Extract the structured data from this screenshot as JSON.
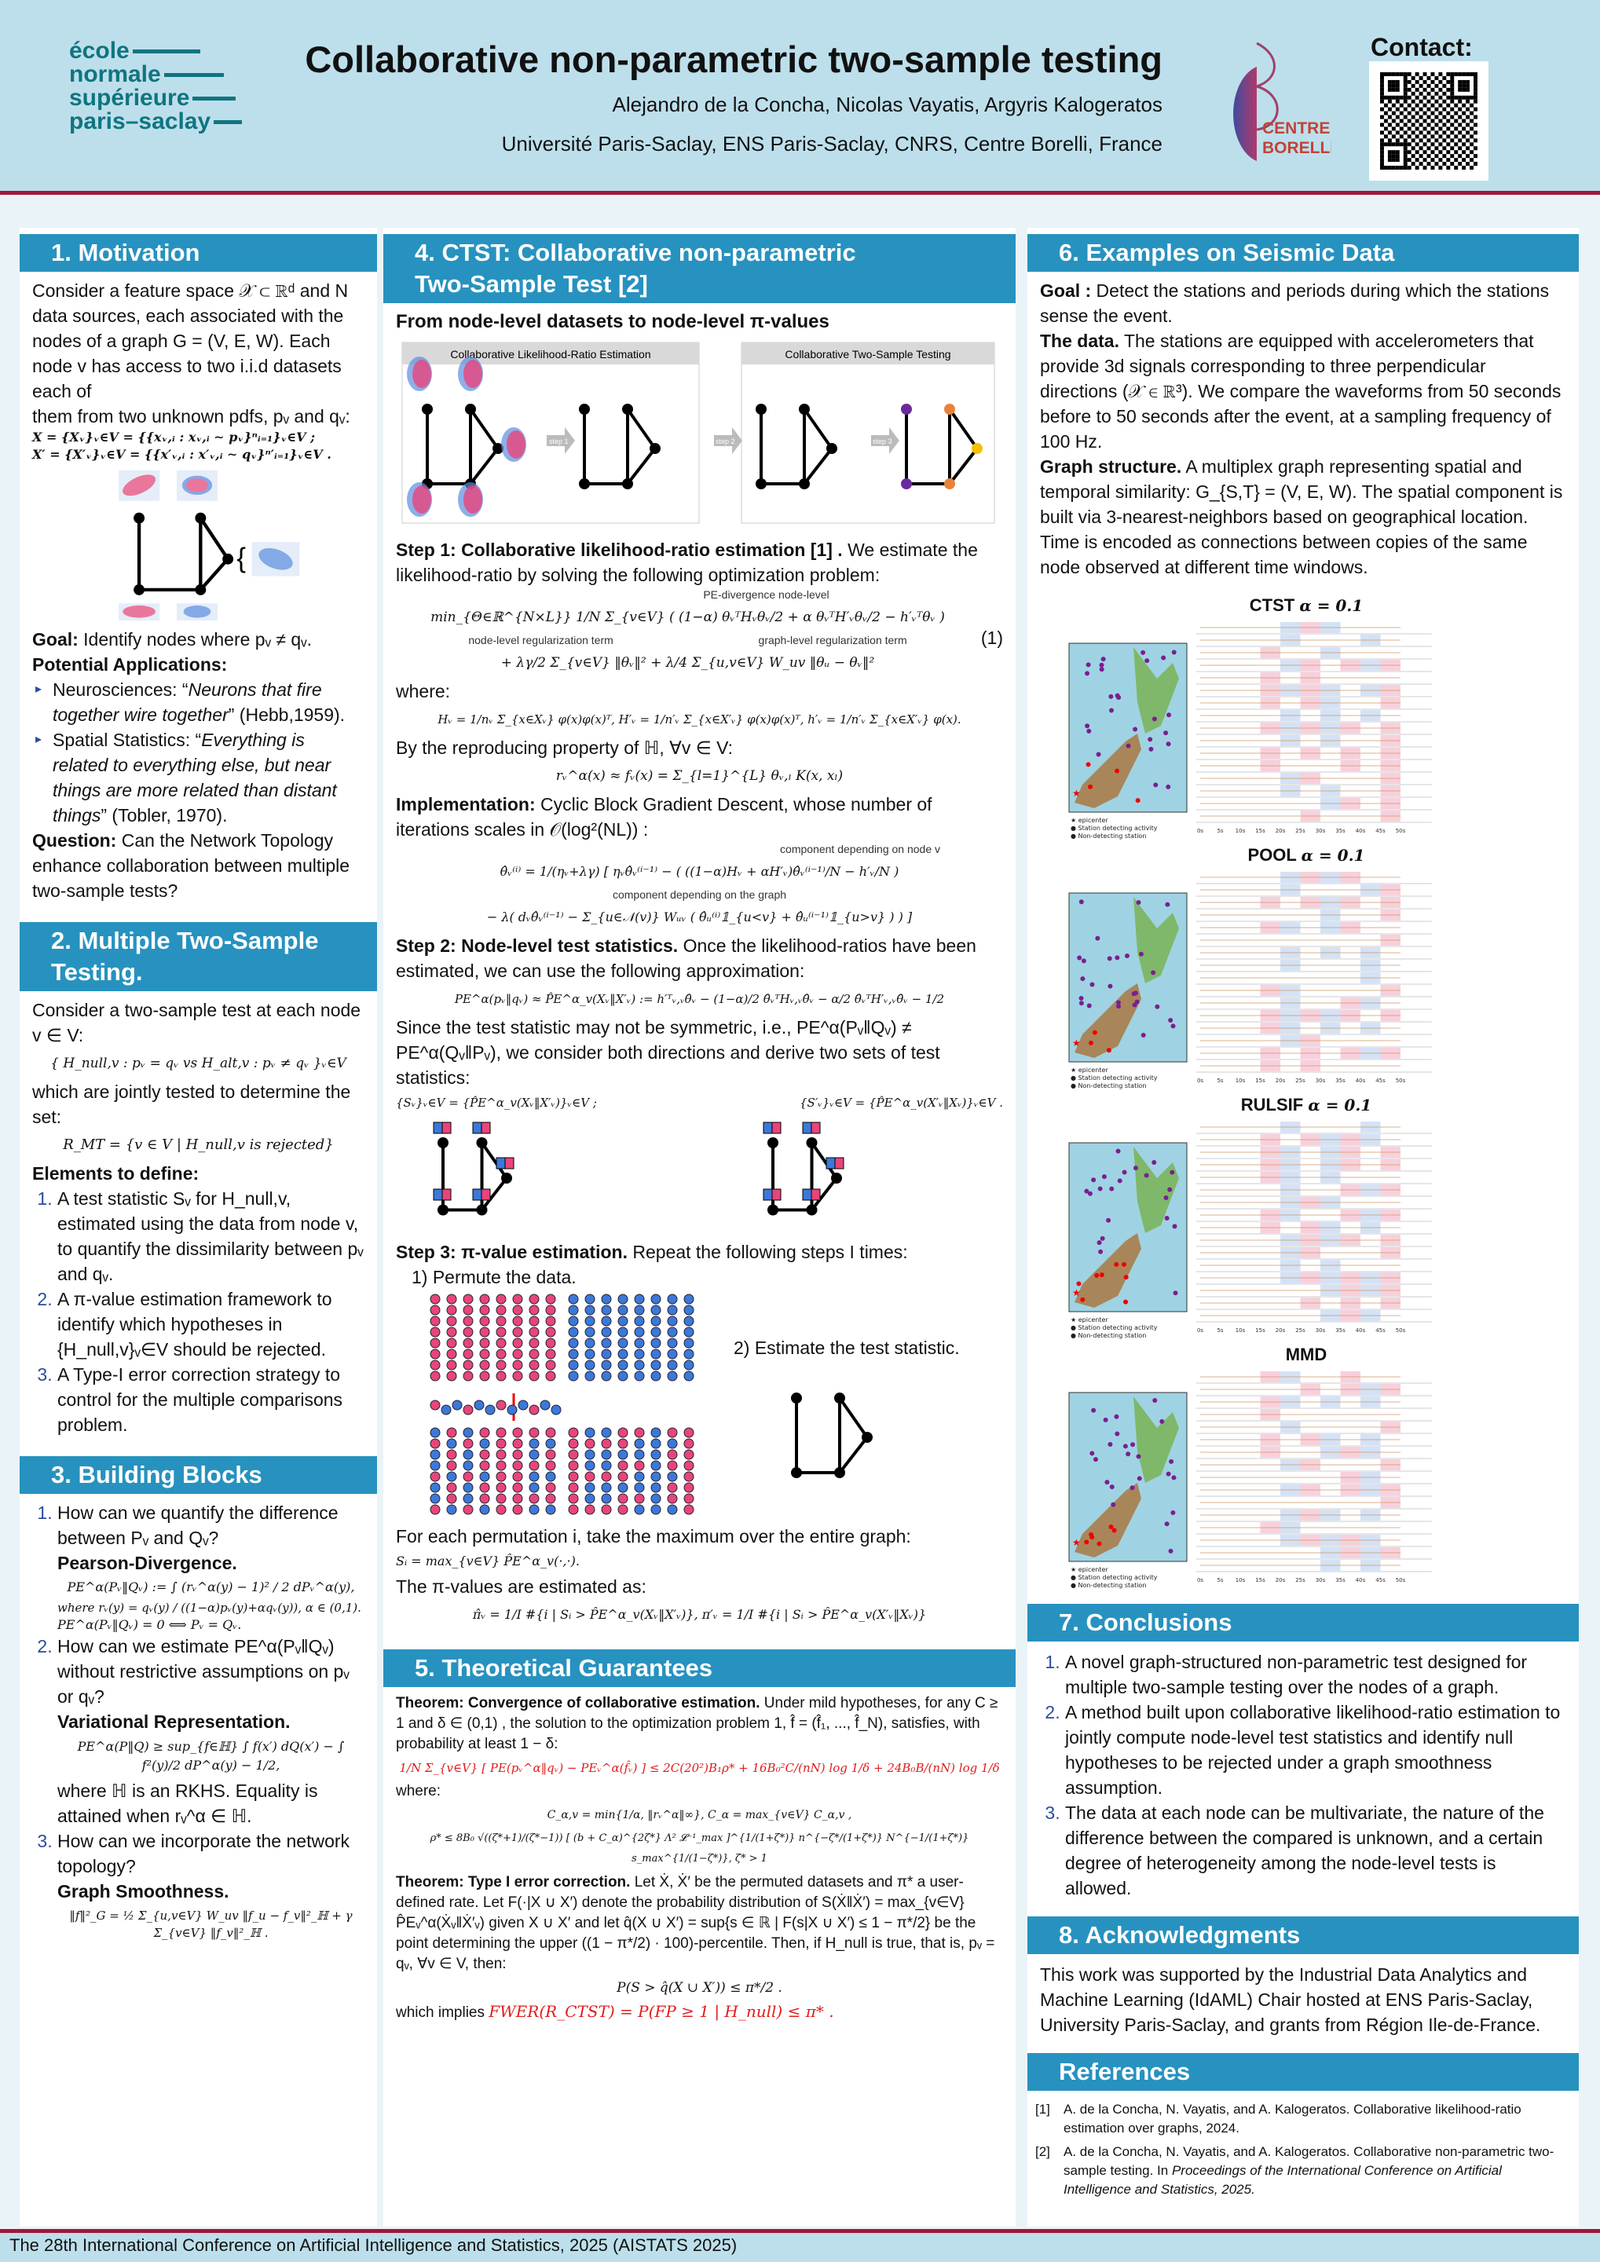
{
  "header": {
    "logo_lines": [
      "école",
      "normale",
      "supérieure",
      "paris–saclay"
    ],
    "title": "Collaborative non-parametric two-sample testing",
    "authors": "Alejandro de la Concha, Nicolas Vayatis, Argyris Kalogeratos",
    "affiliation": "Université Paris-Saclay, ENS Paris-Saclay, CNRS, Centre Borelli, France",
    "borelli": [
      "CENTRE",
      "BORELLI"
    ],
    "contact": "Contact:"
  },
  "s1": {
    "title": "1.  Motivation",
    "p1": "Consider a feature space 𝒳 ⊂ ℝᵈ and N data sources, each associated with the nodes of a graph G = (V, E, W). Each node v has access to two i.i.d datasets each of",
    "p2": "them from two unknown pdfs, pᵥ and qᵥ:",
    "eq1": "X = {Xᵥ}ᵥ∈V = {{xᵥ,ᵢ : xᵥ,ᵢ ∼ pᵥ}ⁿᵢ₌₁}ᵥ∈V ;",
    "eq2": "X′ = {X′ᵥ}ᵥ∈V = {{x′ᵥ,ᵢ : x′ᵥ,ᵢ ∼ qᵥ}ⁿ′ᵢ₌₁}ᵥ∈V .",
    "goal_l": "Goal:",
    "goal": " Identify nodes where pᵥ ≠ qᵥ.",
    "apps": "Potential Applications:",
    "app1_a": "Neurosciences: “",
    "app1_b": "Neurons that fire together wire together",
    "app1_c": "” (Hebb,1959).",
    "app2_a": "Spatial Statistics: “",
    "app2_b": "Everything is related to everything else, but near things are more related than distant things",
    "app2_c": "” (Tobler, 1970).",
    "q_l": "Question:",
    "q": "  Can the Network Topology enhance collaboration between multiple two-sample tests?"
  },
  "s2": {
    "title": "2.  Multiple Two-Sample Testing.",
    "p1": "Consider a two-sample test at each node v ∈ V:",
    "eq1": "{ H_null,v : pᵥ = qᵥ   vs   H_alt,v : pᵥ ≠ qᵥ }ᵥ∈V",
    "p2": "which are jointly tested to determine the set:",
    "eq2": "R_MT = {v ∈ V | H_null,v is rejected}",
    "el": "Elements to define:",
    "items": [
      "A test statistic Sᵥ for H_null,v, estimated using the data from node v, to quantify the dissimilarity between pᵥ and qᵥ.",
      "A π-value estimation framework to identify which hypotheses in {H_null,v}ᵥ∈V should be rejected.",
      "A Type-I error correction strategy to control for the multiple comparisons problem."
    ]
  },
  "s3": {
    "title": "3.  Building Blocks",
    "q1": "How can we quantify the difference between Pᵥ and Qᵥ?",
    "h1": "Pearson-Divergence.",
    "e1": "PE^α(Pᵥ‖Qᵥ) := ∫ (rᵥ^α(y) − 1)² / 2 dPᵥ^α(y),",
    "e1b": "where  rᵥ(y) = qᵥ(y) / ((1−α)pᵥ(y)+αqᵥ(y)), α ∈ (0,1).",
    "e1c": "PE^α(Pᵥ‖Qᵥ) = 0 ⟺ Pᵥ = Qᵥ.",
    "q2": "How can we estimate  PE^α(Pᵥ‖Qᵥ) without restrictive assumptions on pᵥ or qᵥ?",
    "h2": "Variational Representation.",
    "e2": "PE^α(P‖Q) ≥ sup_{f∈ℍ} ∫ f(x′) dQ(x′) − ∫ f²(y)/2 dP^α(y) − 1/2,",
    "p2": "where ℍ is an RKHS. Equality is attained when  rᵥ^α ∈ ℍ.",
    "q3": "How can we incorporate the network topology?",
    "h3": "Graph Smoothness.",
    "e3": "‖f‖²_G = ½ Σ_{u,v∈V} W_uv ‖f_u − f_v‖²_ℍ + γ Σ_{v∈V} ‖f_v‖²_ℍ ."
  },
  "s4": {
    "title": "4.  CTST: Collaborative non-parametric Two-Sample Test [2]",
    "sub": "From node-level datasets to node-level π-values",
    "fig_left": "Collaborative Likelihood-Ratio Estimation",
    "fig_right": "Collaborative Two-Sample Testing",
    "steps": [
      "step 1",
      "step 2",
      "step 3"
    ],
    "st1_h": "Step 1:  Collaborative likelihood-ratio estimation [1] .",
    "st1": " We estimate the likelihood-ratio by solving the following optimization problem:",
    "ann1": "PE-divergence node-level",
    "ann2": "node-level regularization term",
    "ann3": "graph-level regularization term",
    "opt1": "min_{Θ∈ℝ^{N×L}} 1/N Σ_{v∈V} ( (1−α) θᵥᵀHᵥθᵥ/2 + α θᵥᵀH′ᵥθᵥ/2 − h′ᵥᵀθᵥ )",
    "opt2": "+  λγ/2 Σ_{v∈V} ‖θᵥ‖²   +  λ/4 Σ_{u,v∈V} W_uv ‖θᵤ − θᵥ‖²",
    "eqnum": "(1)",
    "where": "where:",
    "hdef": "Hᵥ = 1/nᵥ Σ_{x∈Xᵥ} φ(x)φ(x)ᵀ,  H′ᵥ = 1/n′ᵥ Σ_{x∈X′ᵥ} φ(x)φ(x)ᵀ,  h′ᵥ = 1/n′ᵥ Σ_{x∈X′ᵥ} φ(x).",
    "repro": "By the reproducing property of ℍ, ∀v ∈ V:",
    "reqn": "rᵥ^α(x) ≈ fᵥ(x) = Σ_{l=1}^{L} θᵥ,ₗ K(x, xₗ)",
    "impl_h": "Implementation:",
    "impl": "  Cyclic Block Gradient Descent, whose number of iterations scales in 𝒪(log²(NL)) :",
    "ann4": "component depending on node v",
    "ann5": "component depending on the graph",
    "upd1": "θ̂ᵥ⁽ⁱ⁾ = 1/(ηᵥ+λγ) [ ηᵥθ̂ᵥ⁽ⁱ⁻¹⁾ − ( ((1−α)Hᵥ + αH′ᵥ)θ̂ᵥ⁽ⁱ⁻¹⁾/N − h′ᵥ/N )",
    "upd2": "− λ( dᵥθ̂ᵥ⁽ⁱ⁻¹⁾ − Σ_{u∈𝒩(v)} Wᵤᵥ ( θ̂ᵤ⁽ⁱ⁾𝟙_{u<v} + θ̂ᵤ⁽ⁱ⁻¹⁾𝟙_{u>v} ) ) ]",
    "st2_h": "Step 2:  Node-level test statistics.",
    "st2": " Once the likelihood-ratios have been estimated, we can use the following approximation:",
    "st2eq": "PE^α(pᵥ‖qᵥ) ≈ P̂E^α_v(Xᵥ‖X′ᵥ) := h′ᵀᵥ,ᵥθ̂ᵥ − (1−α)/2 θ̂ᵥᵀHᵥ,ᵥθ̂ᵥ − α/2 θ̂ᵥᵀH′ᵥ,ᵥθ̂ᵥ − 1/2",
    "st2b": "Since the test statistic may not be symmetric, i.e., PE^α(Pᵥ‖Qᵥ) ≠ PE^α(Qᵥ‖Pᵥ), we consider both directions and derive two sets of test statistics:",
    "sa": "{Sᵥ}ᵥ∈V = {P̂E^α_v(Xᵥ‖X′ᵥ)}ᵥ∈V ;",
    "sb": "{S′ᵥ}ᵥ∈V = {P̂E^α_v(X′ᵥ‖Xᵥ)}ᵥ∈V .",
    "st3_h": "Step 3:  π-value estimation.",
    "st3": " Repeat the following steps I times:",
    "perm": "1) Permute the data.",
    "est": "2) Estimate the test statistic.",
    "foreach": "For each permutation i, take the maximum over the entire graph:",
    "smax": "Sᵢ = max_{v∈V} P̂E^α_v(·,·).",
    "pv": "The π-values are estimated as:",
    "pveq": "π̂ᵥ = 1/I #{i | Sᵢ > P̂E^α_v(Xᵥ‖X′ᵥ)},     π′ᵥ = 1/I #{i | Sᵢ > P̂E^α_v(X′ᵥ‖Xᵥ)}"
  },
  "s5": {
    "title": "5.  Theoretical Guarantees",
    "t1_h": "Theorem:  Convergence of collaborative estimation.",
    "t1": " Under mild hypotheses, for any C ≥ 1 and δ ∈ (0,1) , the solution to the optimization problem 1,  f̂ = (f̂₁, ..., f̂_N), satisfies, with probability at least 1 − δ:",
    "bound": "1/N Σ_{v∈V} [ PE(pᵥ^α‖qᵥ) − PEᵥ^α(f̂ᵥ) ] ≤ 2C(20²)B₁ρ* + 16B₀²C/(nN) log 1/δ + 24B₀B/(nN) log 1/δ",
    "where": "where:",
    "c1": "C_α,v = min{1/α, ‖rᵥ^α‖∞},   C_α = max_{v∈V} C_α,v ,",
    "c2": "ρ* ≤ 8B₀ √((ζ*+1)/(ζ*−1)) [ (b + C_α)^{2ζ*} Λ² 𝓛⁻¹_max ]^{1/(1+ζ*)} n^{−ζ*/(1+ζ*)} N^{−1/(1+ζ*)} s_max^{1/(1−ζ*)},   ζ* > 1",
    "t2_h": "Theorem:  Type I error correction.",
    "t2": " Let  Ẋ, Ẋ′ be the permuted datasets and  π* a user-defined rate.  Let F(·|X ∪ X′)  denote the probability distribution of S(Ẋ‖Ẋ′) = max_{v∈V} P̂Eᵥ^α(Ẋᵥ‖Ẋ′ᵥ) given X ∪ X′ and let q̂(X ∪ X′) = sup{s ∈ ℝ | F(s|X ∪ X′) ≤ 1 − π*/2}  be the point determining the upper ((1 − π*/2) · 100)-percentile. Then, if H_null  is true, that is,  pᵥ = qᵥ, ∀v ∈ V, then:",
    "peq": "P(S > q̂(X ∪ X′)) ≤ π*/2 .",
    "impl": "which implies ",
    "fwer": "FWER(R_CTST) = P(FP ≥ 1 | H_null) ≤ π* ."
  },
  "s6": {
    "title": "6.  Examples on Seismic Data",
    "goal_l": "Goal :",
    "goal": " Detect the stations and periods during which the stations sense the event.",
    "data_l": "The data.",
    "data": " The stations are equipped with accelerometers that provide 3d signals corresponding to three perpendicular directions (𝒳 ∈ ℝ³).  We compare the waveforms from 50 seconds before to 50 seconds after the event, at a sampling frequency of 100 Hz.",
    "graph_l": "Graph structure.",
    "graph": " A multiplex graph representing spatial and temporal similarity: G_{S,T} = (V, E, W). The spatial component is built via 3-nearest-neighbors based on geographical location. Time is encoded as connections between copies of the same node observed at different time windows.",
    "figs": [
      {
        "method": "CTST",
        "alpha": "α = 0.1"
      },
      {
        "method": "POOL",
        "alpha": "α = 0.1"
      },
      {
        "method": "RULSIF",
        "alpha": "α = 0.1"
      },
      {
        "method": "MMD",
        "alpha": ""
      }
    ],
    "legend": [
      "epicenter",
      "Station detecting activity",
      "Non-detecting station"
    ],
    "ticks": [
      "0s",
      "5s",
      "10s",
      "15s",
      "20s",
      "25s",
      "30s",
      "35s",
      "40s",
      "45s",
      "50s"
    ]
  },
  "s7": {
    "title": "7.  Conclusions",
    "items": [
      "A novel graph-structured non-parametric test designed for multiple two-sample testing over the nodes of a graph.",
      "A method built upon collaborative likelihood-ratio estimation to jointly compute node-level test statistics and identify null hypotheses to be rejected under a graph smoothness assumption.",
      "The data at each node can be multivariate, the nature of the difference between the compared is unknown, and a certain degree of heterogeneity among the node-level tests is allowed."
    ]
  },
  "s8": {
    "title": "8.  Acknowledgments",
    "text": "This work was supported by the Industrial Data Analytics and Machine Learning (IdAML) Chair hosted at ENS Paris-Saclay, University Paris-Saclay, and grants from Région Ile-de-France."
  },
  "refs": {
    "title": "References",
    "items": [
      {
        "n": "[1]",
        "a": "A. de la Concha, N. Vayatis, and A. Kalogeratos. Collaborative likelihood-ratio estimation over graphs, 2024.",
        "b": ""
      },
      {
        "n": "[2]",
        "a": "A. de la Concha, N. Vayatis, and A. Kalogeratos. Collaborative non-parametric two-sample testing. In ",
        "b": "Proceedings of the International Conference on Artificial Intelligence and Statistics, 2025."
      }
    ]
  },
  "footer": "The 28th International Conference on Artificial Intelligence and Statistics, 2025 (AISTATS 2025)"
}
